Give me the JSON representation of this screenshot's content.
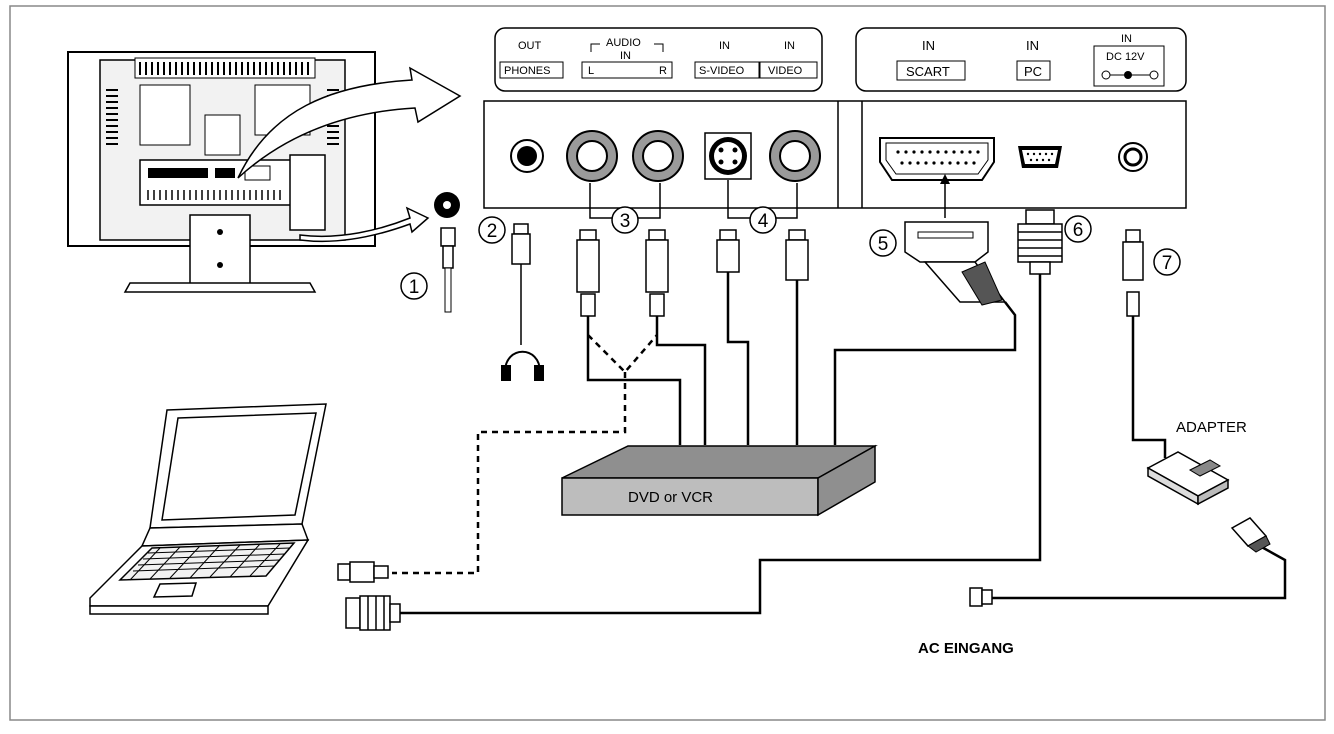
{
  "panel_left": {
    "labels": [
      {
        "text": "OUT"
      },
      {
        "text": "PHONES"
      },
      {
        "text": "AUDIO"
      },
      {
        "text": "IN"
      },
      {
        "text": "L"
      },
      {
        "text": "R"
      },
      {
        "text": "IN"
      },
      {
        "text": "S-VIDEO"
      },
      {
        "text": "IN"
      },
      {
        "text": "VIDEO"
      }
    ]
  },
  "panel_right": {
    "labels": [
      {
        "text": "IN"
      },
      {
        "text": "SCART"
      },
      {
        "text": "IN"
      },
      {
        "text": "PC"
      },
      {
        "text": "IN"
      },
      {
        "text": "DC 12V"
      }
    ]
  },
  "callouts": [
    "1",
    "2",
    "3",
    "4",
    "5",
    "6",
    "7"
  ],
  "devices": {
    "dvd_label": "DVD or VCR",
    "adapter_label": "ADAPTER",
    "ac_label": "AC EINGANG"
  },
  "colors": {
    "line": "#000000",
    "device_fill": "#bdbdbd",
    "device_top": "#8f8f8f",
    "monitor_fill": "#f2f2f2"
  }
}
